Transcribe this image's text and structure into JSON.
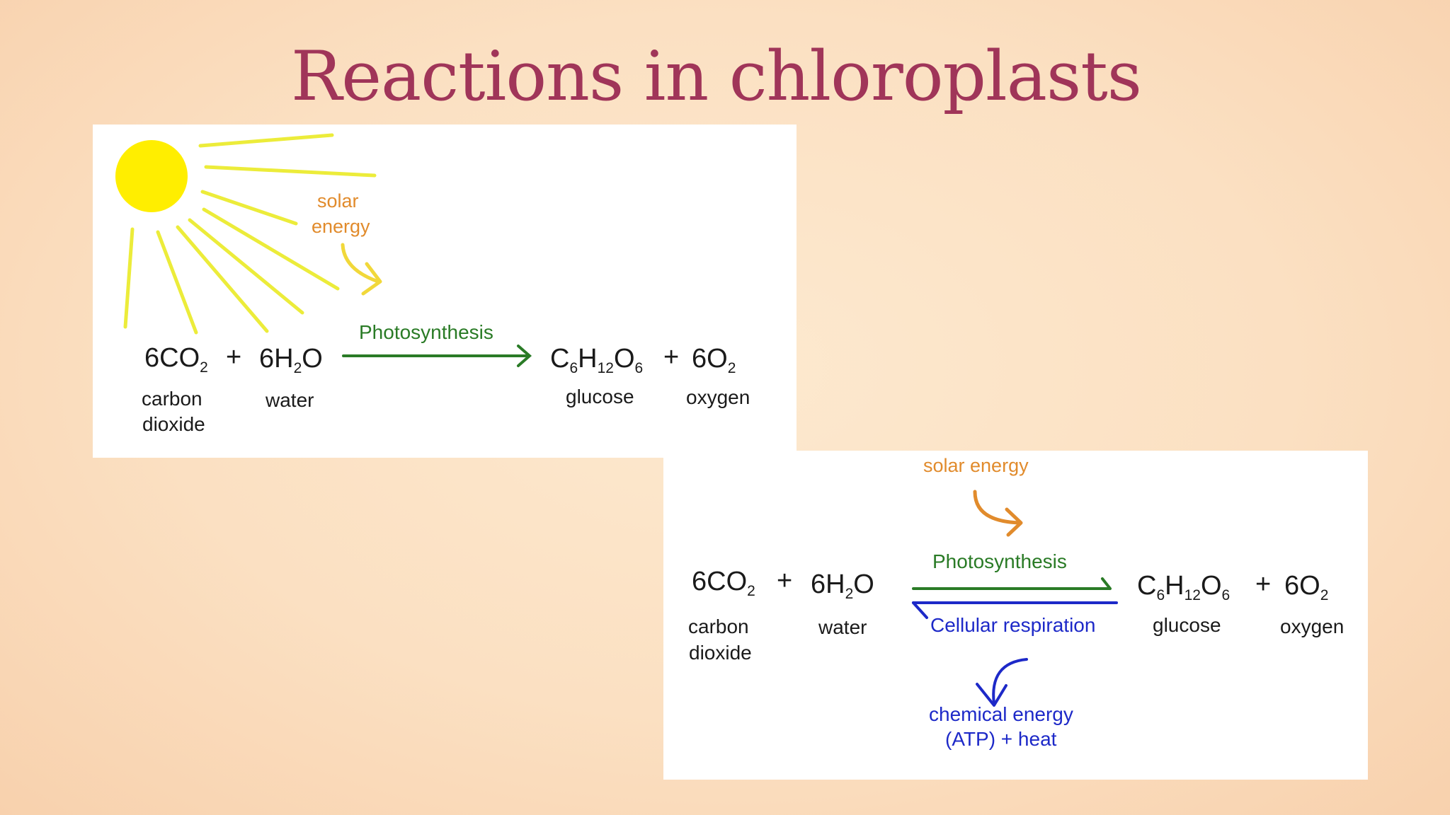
{
  "title": "Reactions in chloroplasts",
  "colors": {
    "title": "#a03559",
    "sun": "#ffee00",
    "sun_rays": "#ecec3a",
    "solar_arrow": "#f1d83a",
    "solar_text": "#e18b2c",
    "photosynthesis": "#2a7b26",
    "respiration": "#1d29c8"
  },
  "diagram1": {
    "solar_label_line1": "solar",
    "solar_label_line2": "energy",
    "process_label": "Photosynthesis",
    "reactants": [
      {
        "coef": "6",
        "formula": [
          "CO",
          "2"
        ],
        "name_line1": "carbon",
        "name_line2": "dioxide"
      },
      {
        "coef": "6",
        "formula": [
          "H",
          "2",
          "O"
        ],
        "name_line1": "water"
      }
    ],
    "products": [
      {
        "formula": [
          "C",
          "6",
          "H",
          "12",
          "O",
          "6"
        ],
        "name_line1": "glucose"
      },
      {
        "coef": "6",
        "formula": [
          "O",
          "2"
        ],
        "name_line1": "oxygen"
      }
    ],
    "plus": "+"
  },
  "diagram2": {
    "solar_label": "solar energy",
    "forward_label": "Photosynthesis",
    "reverse_label": "Cellular respiration",
    "energy_label_line1": "chemical energy",
    "energy_label_line2": "(ATP) + heat",
    "reactants": [
      {
        "coef": "6",
        "formula": [
          "CO",
          "2"
        ],
        "name_line1": "carbon",
        "name_line2": "dioxide"
      },
      {
        "coef": "6",
        "formula": [
          "H",
          "2",
          "O"
        ],
        "name_line1": "water"
      }
    ],
    "products": [
      {
        "formula": [
          "C",
          "6",
          "H",
          "12",
          "O",
          "6"
        ],
        "name_line1": "glucose"
      },
      {
        "coef": "6",
        "formula": [
          "O",
          "2"
        ],
        "name_line1": "oxygen"
      }
    ],
    "plus": "+"
  }
}
